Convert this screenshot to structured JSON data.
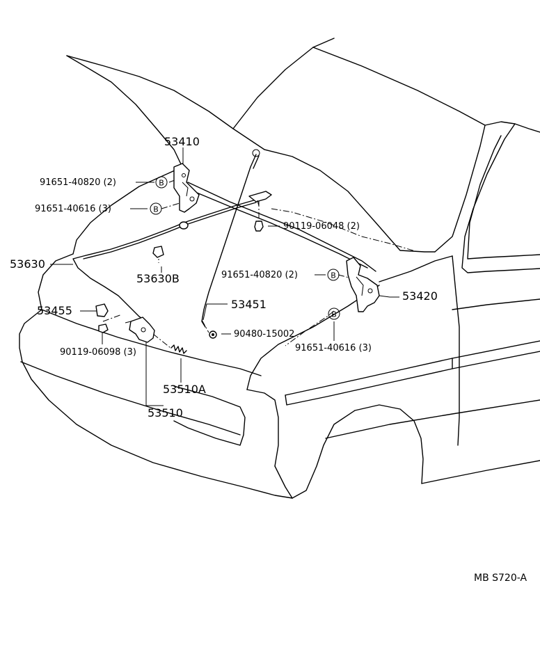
{
  "labels": {
    "p53410": "53410",
    "p91651_40820_a": "91651-40820 (2)",
    "p91651_40616_a": "91651-40616 (3)",
    "p53630": "53630",
    "p53630B": "53630B",
    "p53455": "53455",
    "p90119_06098": "90119-06098 (3)",
    "p53510A": "53510A",
    "p53510": "53510",
    "p90119_06048": "90119-06048 (2)",
    "p91651_40820_b": "91651-40820 (2)",
    "p53451": "53451",
    "p90480_15002": "90480-15002",
    "p53420": "53420",
    "p91651_40616_b": "91651-40616 (3)",
    "bolt_marker": "B"
  },
  "diagram_code": "MB S720-A"
}
